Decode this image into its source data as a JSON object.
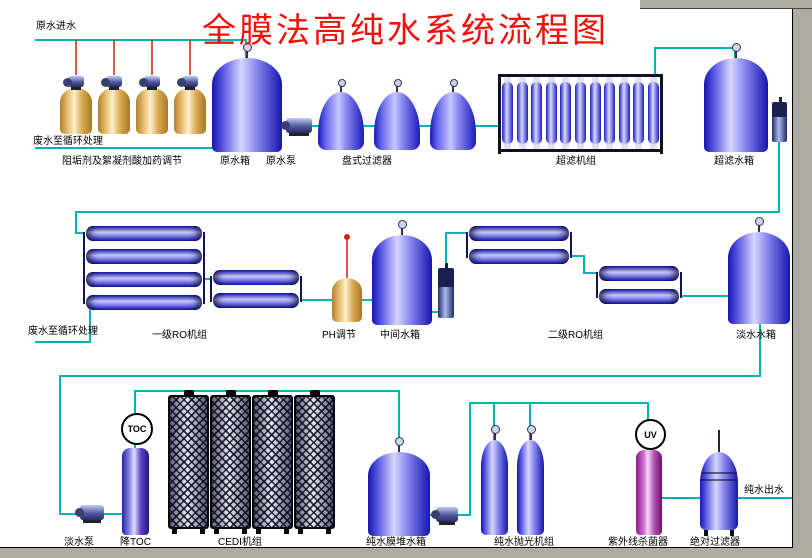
{
  "title": "全膜法高纯水系统流程图",
  "labels": {
    "raw_water_in": "原水进水",
    "waste_recycle_top": "废水至循环处理",
    "dosing_note": "阻垢剂及絮凝剂酸加药调节",
    "raw_tank": "原水箱",
    "raw_pump": "原水泵",
    "disc_filter": "盘式过滤器",
    "uf_unit": "超滤机组",
    "uf_tank": "超滤水箱",
    "waste_recycle_mid": "废水至循环处理",
    "ro1": "一级RO机组",
    "ph_adjust": "PH调节",
    "mid_tank": "中间水箱",
    "ro2": "二级RO机组",
    "fresh_tank": "淡水水箱",
    "fresh_pump": "淡水泵",
    "toc": "降TOC",
    "toc_badge": "TOC",
    "cedi": "CEDI机组",
    "pure_tank": "纯水膜堆水箱",
    "polish_unit": "纯水抛光机组",
    "uv_sterilizer": "紫外线杀菌器",
    "uv_badge": "UV",
    "absolute_filter": "绝对过滤器",
    "pure_water_out": "纯水出水"
  },
  "colors": {
    "title": "#f0120a",
    "pipe": "#00b4b4",
    "dosing_pipe": "#cc2211",
    "vessel_blue": "#1616ae",
    "vessel_tan": "#d8a850"
  }
}
